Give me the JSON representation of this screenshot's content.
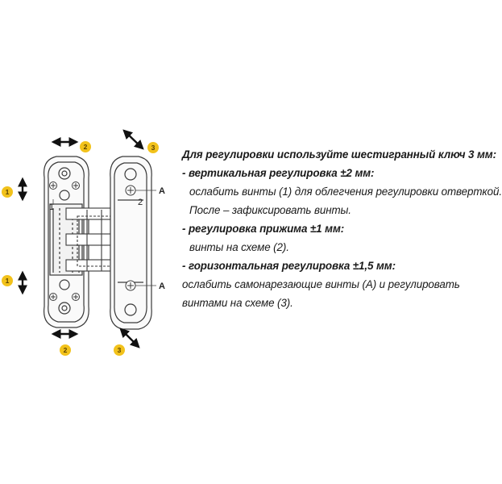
{
  "colors": {
    "badge": "#f2c21b",
    "line": "#3a3a3a",
    "text": "#1a1a1a"
  },
  "diagram": {
    "badges": {
      "one": "1",
      "two": "2",
      "three": "3"
    },
    "labels": {
      "screw_a": "A",
      "num_one": "1",
      "num_two": "2"
    },
    "icons": [
      "double-arrow-icon",
      "screw-icon",
      "hinge-icon"
    ]
  },
  "instructions": {
    "heading": "Для регулировки используйте шестигранный ключ 3 мм:",
    "vertical": {
      "title": "- вертикальная регулировка ±2 мм:",
      "line1": "ослабить винты (1) для облегчения регулировки отверткой.",
      "line2": "После – зафиксировать винты."
    },
    "clamp": {
      "title": "- регулировка прижима ±1 мм:",
      "line1": "винты на схеме (2)."
    },
    "horizontal": {
      "title": "- горизонтальная регулировка ±1,5 мм:",
      "line1": "ослабить самонарезающие винты (А) и регулировать",
      "line2": "винтами на схеме (3)."
    }
  }
}
